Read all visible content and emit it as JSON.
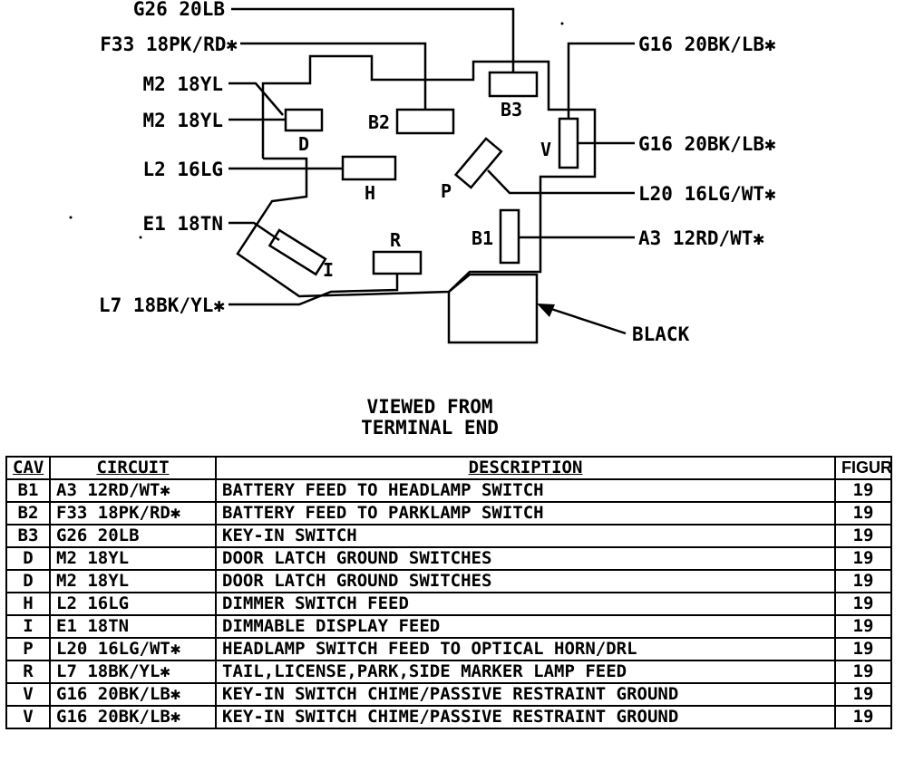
{
  "diagram": {
    "left_labels": [
      {
        "id": "g26",
        "text": "G26 20LB"
      },
      {
        "id": "f33",
        "text": "F33 18PK/RD✱"
      },
      {
        "id": "m2a",
        "text": "M2 18YL"
      },
      {
        "id": "m2b",
        "text": "M2 18YL"
      },
      {
        "id": "l2",
        "text": "L2 16LG"
      },
      {
        "id": "e1",
        "text": "E1 18TN"
      },
      {
        "id": "l7",
        "text": "L7 18BK/YL✱"
      }
    ],
    "right_labels": [
      {
        "id": "g16a",
        "text": "G16 20BK/LB✱"
      },
      {
        "id": "g16b",
        "text": "G16 20BK/LB✱"
      },
      {
        "id": "l20",
        "text": "L20 16LG/WT✱"
      },
      {
        "id": "a3",
        "text": "A3 12RD/WT✱"
      },
      {
        "id": "black",
        "text": "BLACK"
      }
    ],
    "cavities": {
      "D": "D",
      "B2": "B2",
      "B3": "B3",
      "V": "V",
      "H": "H",
      "P": "P",
      "B1": "B1",
      "R": "R",
      "I": "I"
    },
    "caption_line1": "VIEWED FROM",
    "caption_line2": "TERMINAL END"
  },
  "table": {
    "headers": {
      "cav": "CAV",
      "circuit": "CIRCUIT",
      "description": "DESCRIPTION",
      "figure": "FIGURE"
    },
    "rows": [
      {
        "cav": "B1",
        "circuit": "A3 12RD/WT✱",
        "description": "BATTERY FEED TO HEADLAMP SWITCH",
        "figure": "19"
      },
      {
        "cav": "B2",
        "circuit": "F33 18PK/RD✱",
        "description": "BATTERY FEED TO PARKLAMP SWITCH",
        "figure": "19"
      },
      {
        "cav": "B3",
        "circuit": "G26 20LB",
        "description": "KEY-IN SWITCH",
        "figure": "19"
      },
      {
        "cav": "D",
        "circuit": "M2 18YL",
        "description": "DOOR LATCH GROUND SWITCHES",
        "figure": "19"
      },
      {
        "cav": "D",
        "circuit": "M2 18YL",
        "description": "DOOR LATCH GROUND SWITCHES",
        "figure": "19"
      },
      {
        "cav": "H",
        "circuit": "L2 16LG",
        "description": "DIMMER SWITCH FEED",
        "figure": "19"
      },
      {
        "cav": "I",
        "circuit": "E1 18TN",
        "description": "DIMMABLE DISPLAY FEED",
        "figure": "19"
      },
      {
        "cav": "P",
        "circuit": "L20 16LG/WT✱",
        "description": "HEADLAMP SWITCH FEED TO OPTICAL HORN/DRL",
        "figure": "19"
      },
      {
        "cav": "R",
        "circuit": "L7 18BK/YL✱",
        "description": "TAIL,LICENSE,PARK,SIDE MARKER LAMP FEED",
        "figure": "19"
      },
      {
        "cav": "V",
        "circuit": "G16 20BK/LB✱",
        "description": "KEY-IN SWITCH CHIME/PASSIVE RESTRAINT GROUND",
        "figure": "19"
      },
      {
        "cav": "V",
        "circuit": "G16 20BK/LB✱",
        "description": "KEY-IN SWITCH CHIME/PASSIVE RESTRAINT GROUND",
        "figure": "19"
      }
    ]
  }
}
